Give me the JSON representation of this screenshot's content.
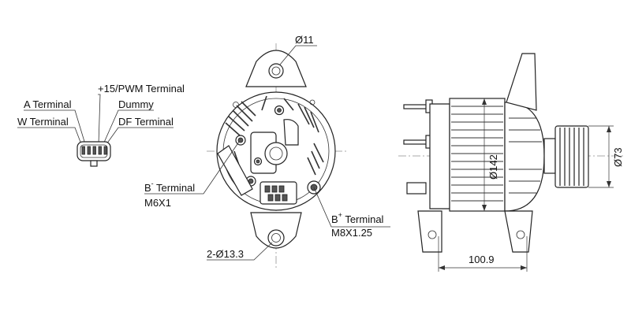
{
  "connector_labels": {
    "pwm": "+15/PWM Terminal",
    "a": "A Terminal",
    "dummy": "Dummy",
    "w": "W Terminal",
    "df": "DF Terminal"
  },
  "rear_view_labels": {
    "hole_top": "Ø11",
    "b_minus": "B",
    "b_minus_sup": "-",
    "b_minus_suffix": " Terminal",
    "b_minus_size": "M6X1",
    "b_plus": "B",
    "b_plus_sup": "+",
    "b_plus_suffix": " Terminal",
    "b_plus_size": "M8X1.25",
    "mount_holes": "2-Ø13.3"
  },
  "side_view_labels": {
    "diameter_body": "Ø142",
    "diameter_pulley": "Ø73",
    "length": "100.9"
  }
}
